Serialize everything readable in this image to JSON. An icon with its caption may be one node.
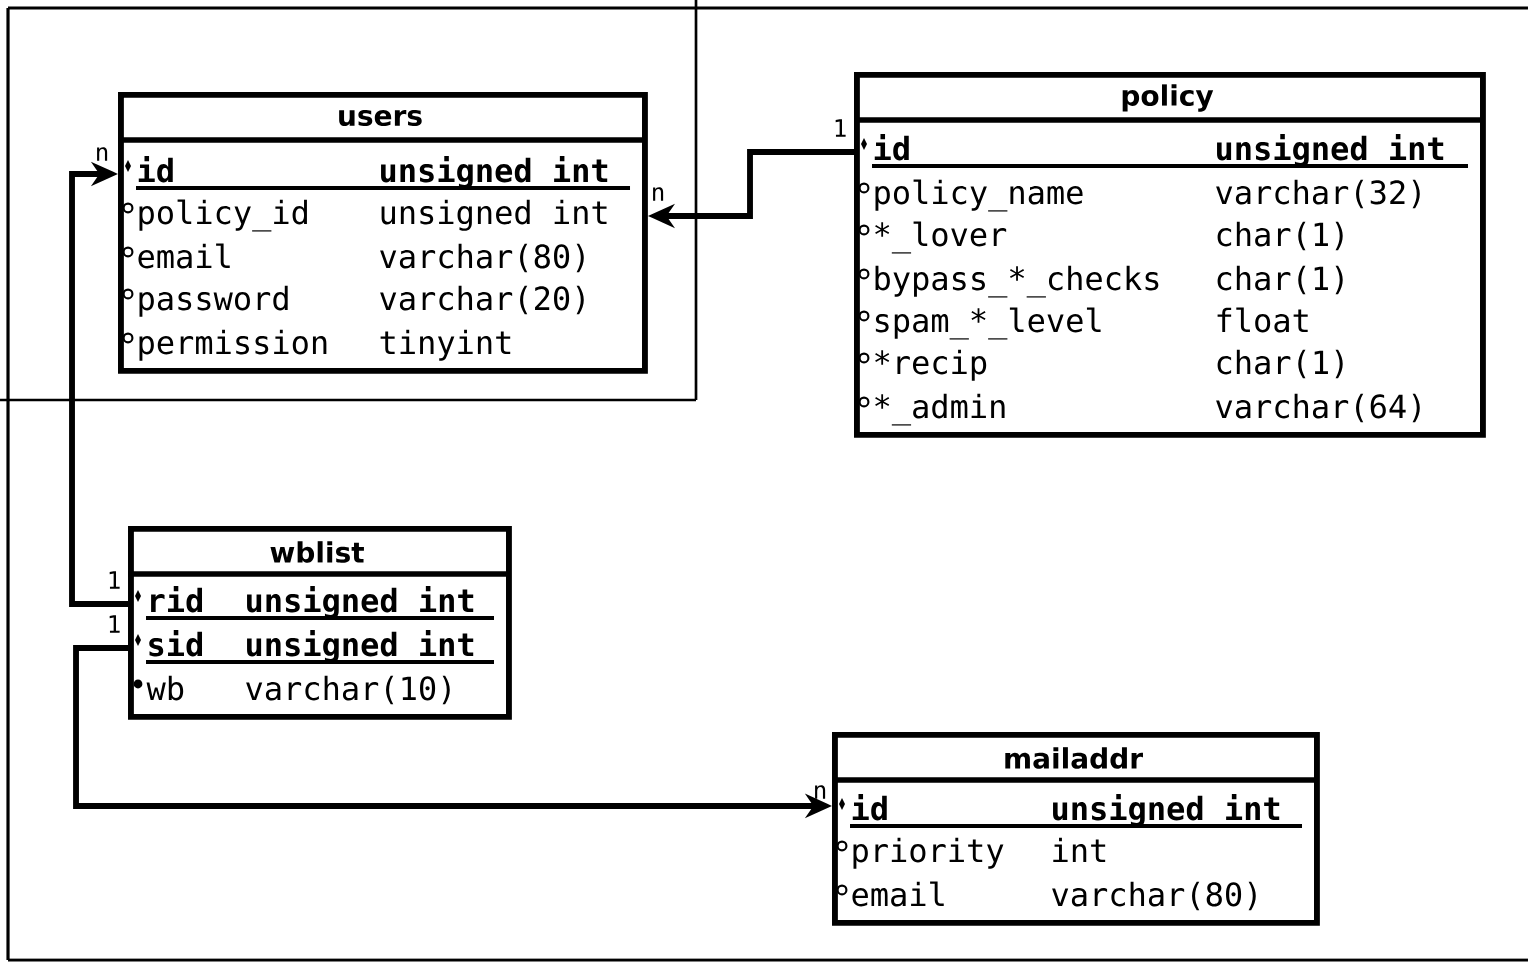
{
  "diagram": {
    "nodes": [
      {
        "text": [
          "users",
          "id",
          "unsigned int",
          "policy_id",
          "unsigned int",
          "email",
          "varchar(80)",
          "password",
          "varchar(20)",
          "permission",
          "tinyint"
        ]
      },
      {
        "text": [
          "policy",
          "id",
          "unsigned int",
          "policy_name",
          "varchar(32)",
          "*_lover",
          "char(1)",
          "bypass_*_checks",
          "char(1)",
          "spam_*_level",
          "float",
          "*recip",
          "char(1)",
          "*_admin",
          "varchar(64)"
        ]
      },
      {
        "text": [
          "wblist",
          "rid",
          "unsigned int",
          "sid",
          "unsigned int",
          "wb",
          "varchar(10)"
        ]
      },
      {
        "text": [
          "mailaddr",
          "id",
          "unsigned int",
          "priority",
          "int",
          "email",
          "varchar(80)"
        ]
      }
    ],
    "edges": [
      {
        "from": 1,
        "to": 0,
        "arrow": "to"
      },
      {
        "from": 2,
        "to": 0,
        "arrow": "to"
      },
      {
        "from": 2,
        "to": 3,
        "arrow": "to"
      }
    ],
    "labels": [
      "1",
      "n",
      "n",
      "1",
      "1",
      "n"
    ]
  }
}
